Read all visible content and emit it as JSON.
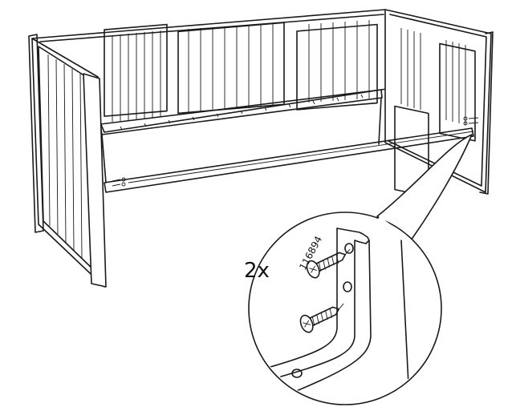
{
  "assembly": {
    "quantity_label": "2x",
    "part_number": "116894"
  },
  "icons": {
    "screw": "screw-icon",
    "frame": "daybed-frame-drawing"
  },
  "colors": {
    "line": "#1a1a1a",
    "background": "#ffffff"
  }
}
